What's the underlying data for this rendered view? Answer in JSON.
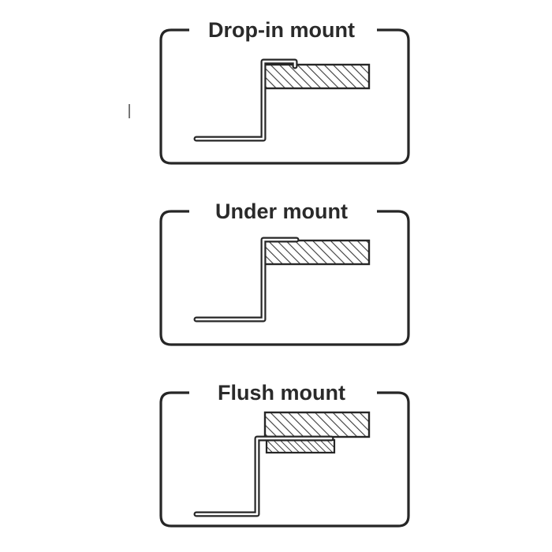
{
  "panels": [
    {
      "id": "drop-in",
      "title": "Drop-in mount"
    },
    {
      "id": "under",
      "title": "Under mount"
    },
    {
      "id": "flush",
      "title": "Flush mount"
    }
  ],
  "colors": {
    "line": "#262626",
    "title": "#2a2a2a",
    "background": "#ffffff"
  }
}
